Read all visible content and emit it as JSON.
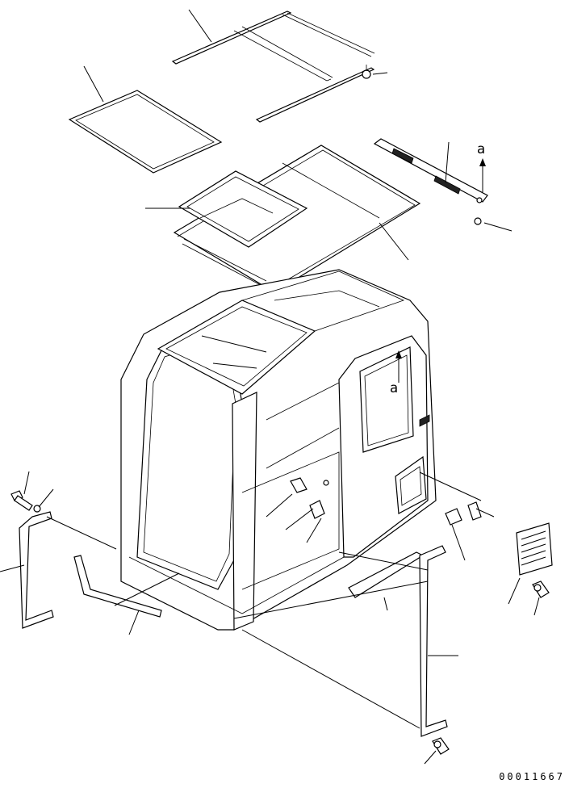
{
  "diagram": {
    "arrow_labels": [
      "a",
      "a"
    ],
    "drawing_number": "00011667"
  }
}
